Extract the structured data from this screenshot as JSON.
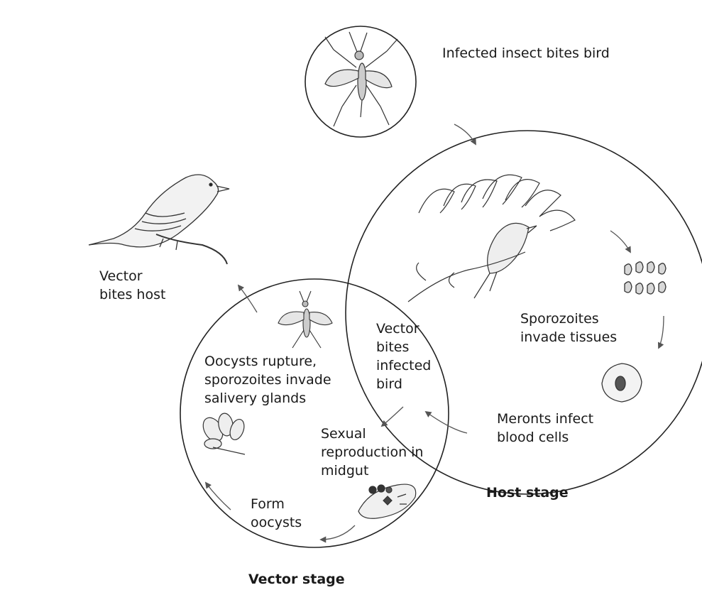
{
  "labels": {
    "infected_insect_bites_bird": "Infected insect bites bird",
    "vector_bites_host": "Vector\nbites host",
    "sporozoites_invade_tissues": "Sporozoites\ninvade tissues",
    "meronts_infect_blood_cells": "Meronts infect\nblood cells",
    "vector_bites_infected_bird": "Vector\nbites\ninfected\nbird",
    "oocysts_rupture": "Oocysts rupture,\nsporozoites invade\nsalivery glands",
    "sexual_reproduction": "Sexual\nreproduction in\nmidgut",
    "form_oocysts": "Form\noocysts",
    "host_stage": "Host stage",
    "vector_stage": "Vector stage"
  },
  "colors": {
    "ink": "#1a1a1a",
    "arrow": "#555555"
  }
}
